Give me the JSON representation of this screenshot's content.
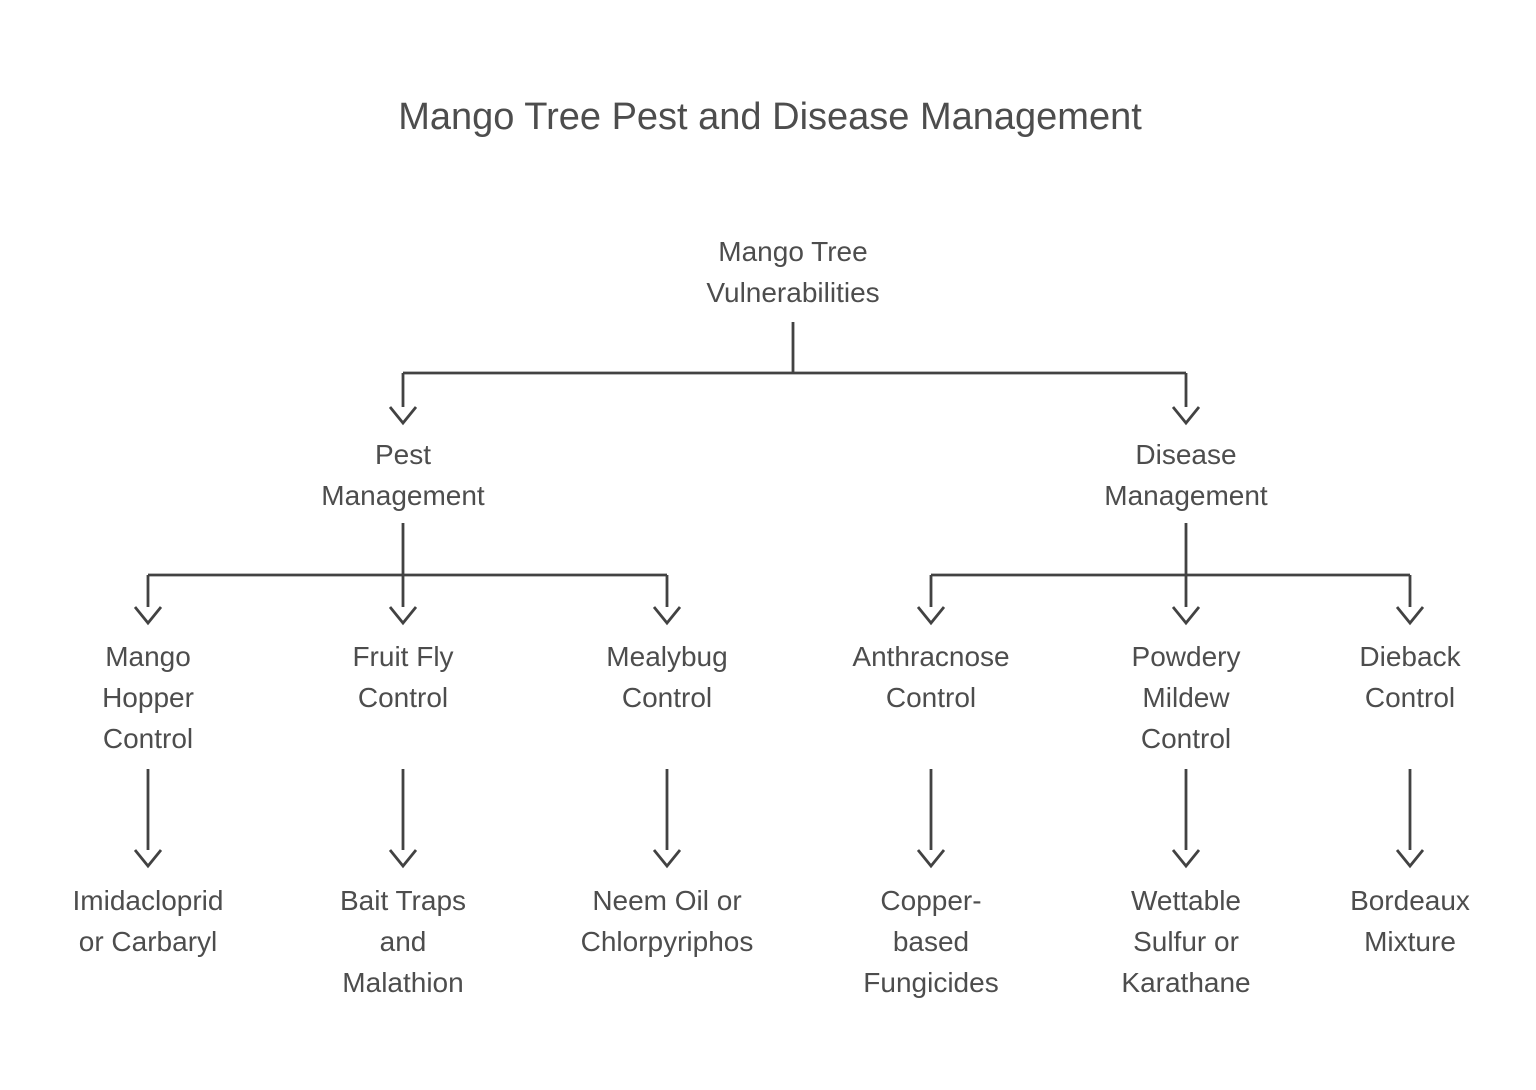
{
  "title": "Mango Tree Pest and Disease Management",
  "colors": {
    "text": "#4d4d4d",
    "line": "#424242",
    "background": "#ffffff"
  },
  "nodes": {
    "root": {
      "label": "Mango Tree\nVulnerabilities"
    },
    "pest": {
      "label": "Pest\nManagement"
    },
    "disease": {
      "label": "Disease\nManagement"
    },
    "mango_hopper": {
      "label": "Mango\nHopper\nControl"
    },
    "fruit_fly": {
      "label": "Fruit Fly\nControl"
    },
    "mealybug": {
      "label": "Mealybug\nControl"
    },
    "anthracnose": {
      "label": "Anthracnose\nControl"
    },
    "powdery_mildew": {
      "label": "Powdery\nMildew\nControl"
    },
    "dieback": {
      "label": "Dieback\nControl"
    },
    "imidacloprid": {
      "label": "Imidacloprid\nor Carbaryl"
    },
    "bait_traps": {
      "label": "Bait Traps\nand\nMalathion"
    },
    "neem_oil": {
      "label": "Neem Oil or\nChlorpyriphos"
    },
    "copper_fungicides": {
      "label": "Copper-\nbased\nFungicides"
    },
    "wettable_sulfur": {
      "label": "Wettable\nSulfur or\nKarathane"
    },
    "bordeaux": {
      "label": "Bordeaux\nMixture"
    }
  }
}
